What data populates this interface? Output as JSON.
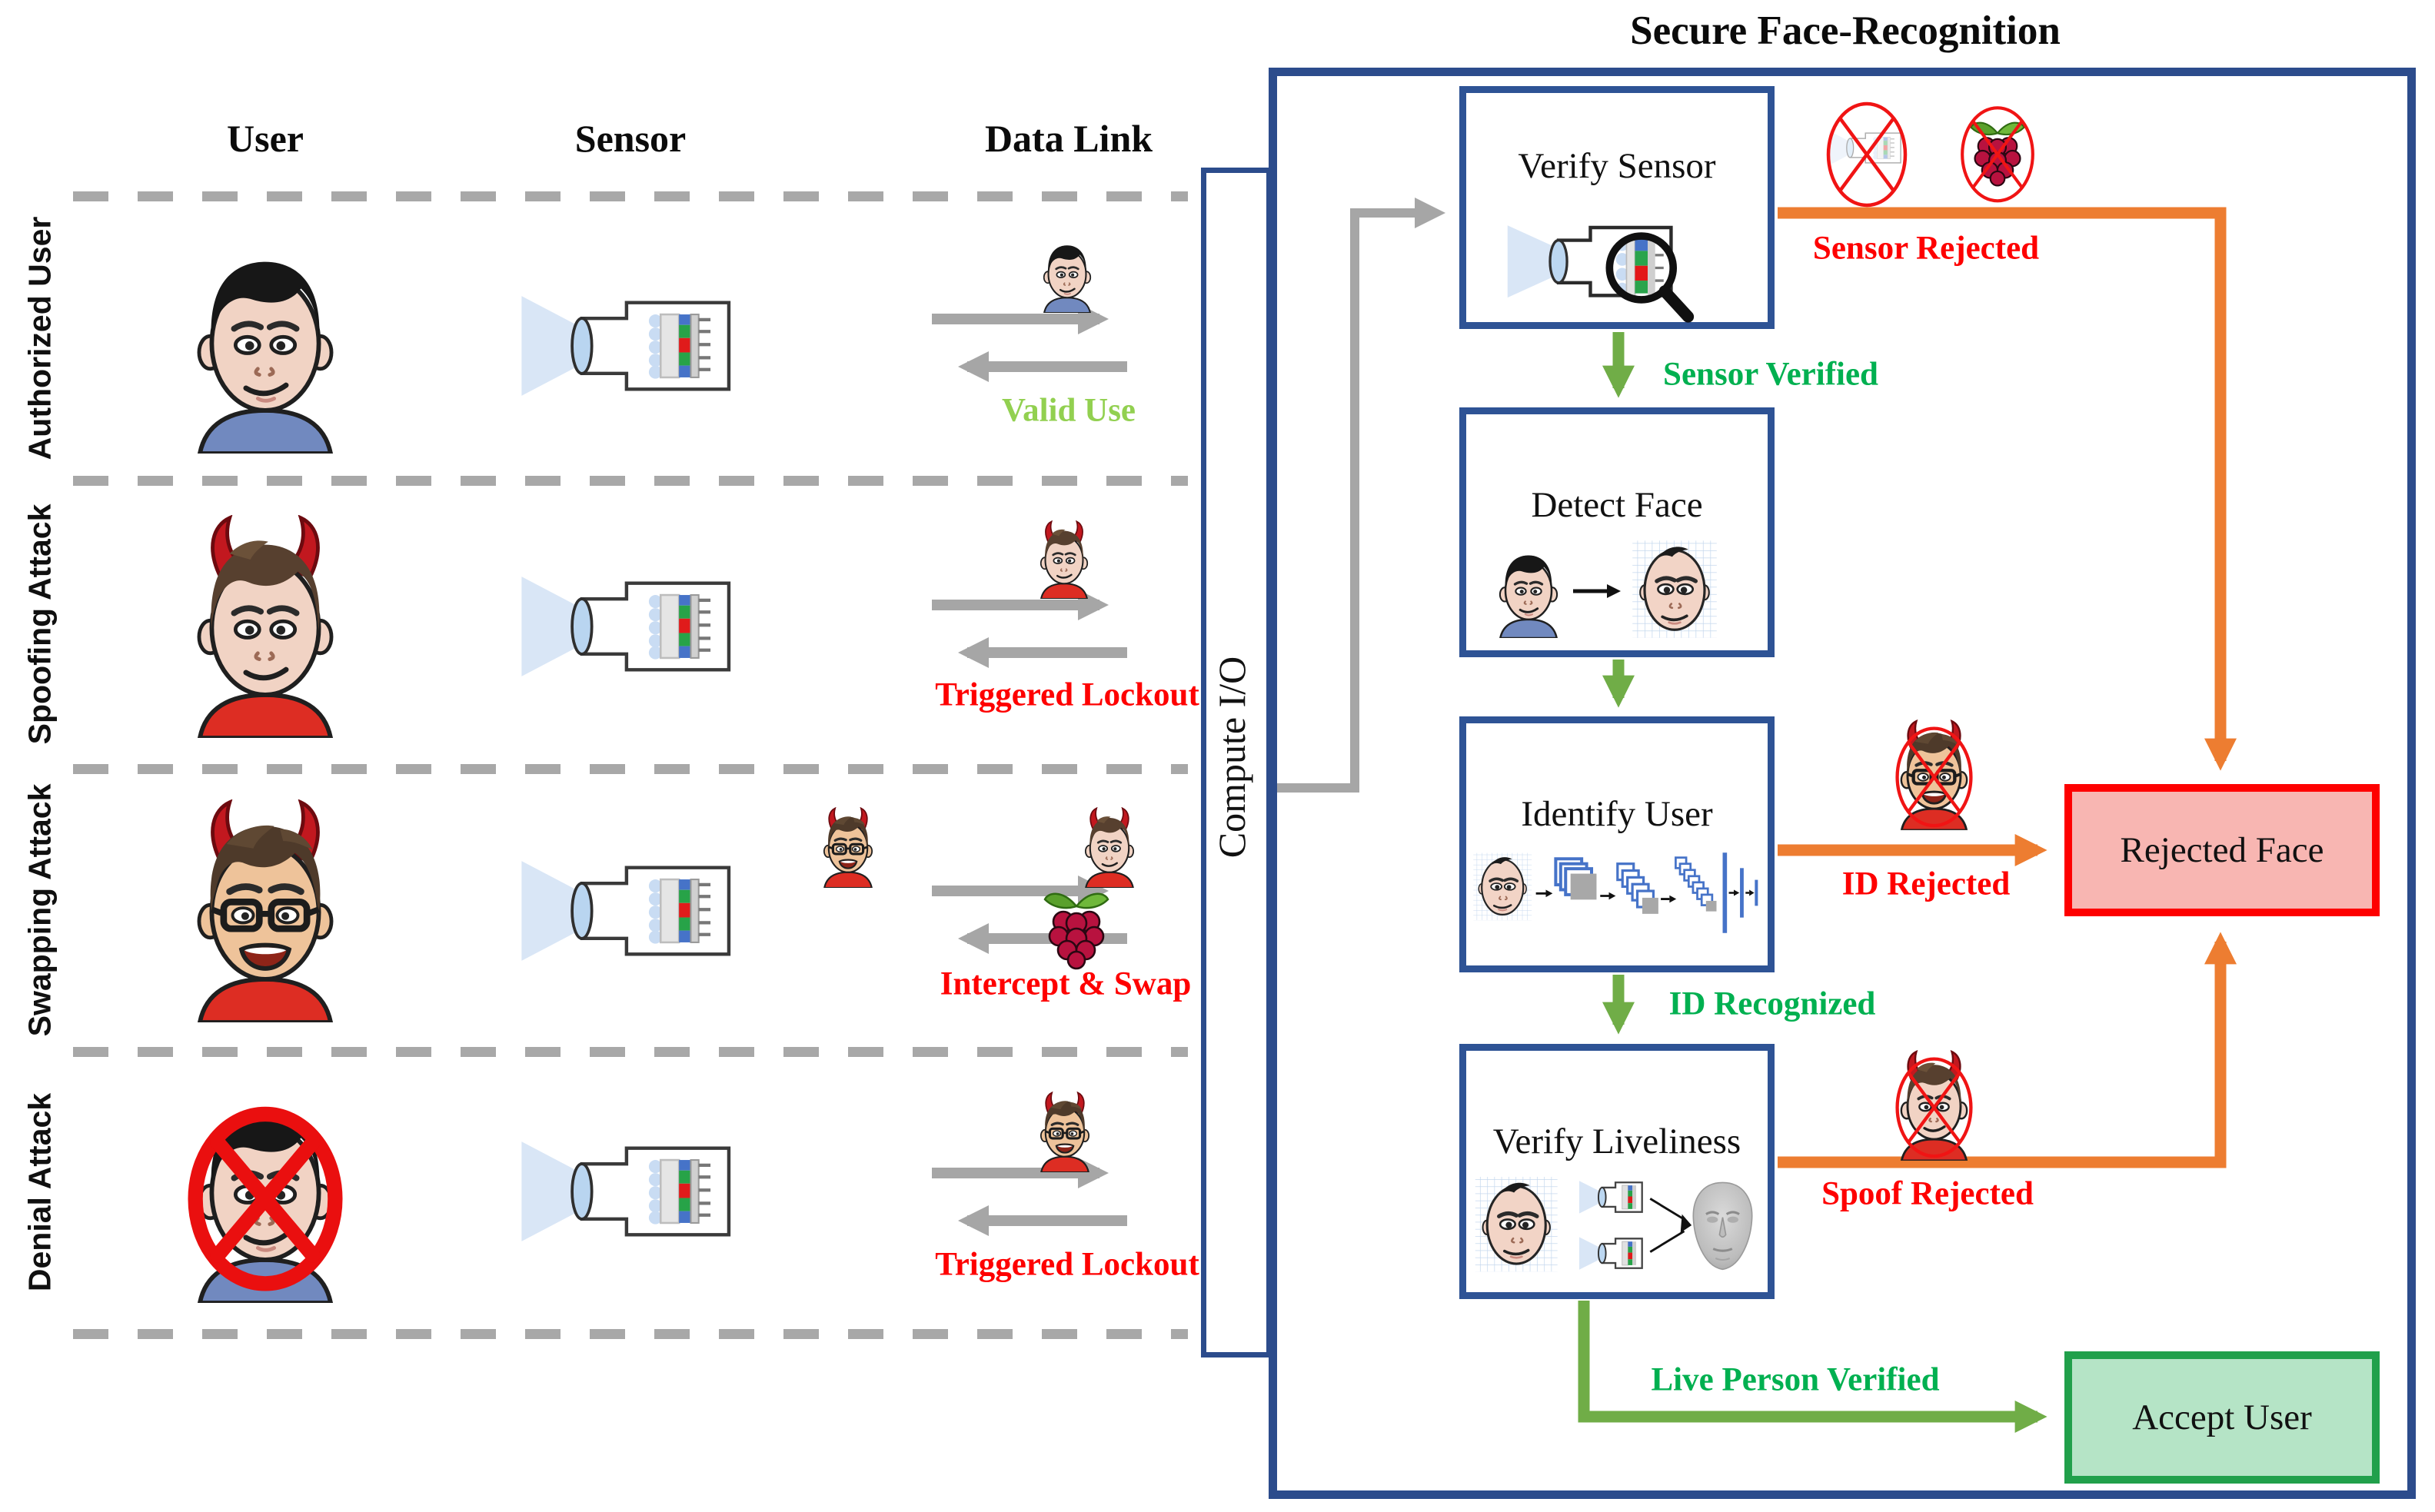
{
  "title": "Secure Face-Recognition",
  "columns": {
    "user": "User",
    "sensor": "Sensor",
    "data_link": "Data Link"
  },
  "rows": [
    {
      "label": "Authorized User",
      "link_label": "Valid Use",
      "link_color": "#92d050"
    },
    {
      "label": "Spoofing Attack",
      "link_label": "Triggered Lockout",
      "link_color": "#ff0000"
    },
    {
      "label": "Swapping Attack",
      "link_label": "Intercept & Swap",
      "link_color": "#ff0000"
    },
    {
      "label": "Denial Attack",
      "link_label": "Triggered Lockout",
      "link_color": "#ff0000"
    }
  ],
  "compute_io": {
    "label": "Compute I/O"
  },
  "pipeline": {
    "steps": [
      {
        "label": "Verify Sensor"
      },
      {
        "label": "Detect Face"
      },
      {
        "label": "Identify User"
      },
      {
        "label": "Verify Liveliness"
      }
    ]
  },
  "outcomes": {
    "rejected": {
      "label": "Rejected Face"
    },
    "accepted": {
      "label": "Accept User"
    }
  },
  "edges": {
    "sensor_rejected": "Sensor Rejected",
    "sensor_verified": "Sensor Verified",
    "id_rejected": "ID Rejected",
    "id_recognized": "ID Recognized",
    "spoof_rejected": "Spoof Rejected",
    "live_person_verified": "Live Person Verified"
  },
  "icons": {
    "authorized-face": "cartoon man, blue shirt",
    "spoof-devil-face": "attacker with devil horns, red shirt",
    "swap-devil-face": "attacker with horns, glasses, laughing",
    "denied-face": "authorized face crossed out in red",
    "camera-sensor": "lens cone + image sensor chip",
    "raspberry": "raspberry-pi style berry with leaves",
    "crossed-sensor": "sensor with red no-ellipse",
    "crossed-raspberry": "raspberry with red no-ellipse",
    "magnifier-sensor": "magnifying glass inspecting sensor",
    "cnn": "convolutional network feature stacks",
    "mesh-face-3d": "gray 3D reconstructed face"
  },
  "colors": {
    "accent_blue": "#2e5395",
    "outer_blue": "#2c4c8c",
    "green_arrow": "#70ad47",
    "green_text": "#00b050",
    "light_green_text": "#92d050",
    "red_text": "#fe0000",
    "orange": "#ed7d31",
    "gray": "#a6a6a6",
    "rejected_fill": "#f8b6b2",
    "accepted_fill": "#b5e4c6",
    "accepted_border": "#21a04b"
  }
}
